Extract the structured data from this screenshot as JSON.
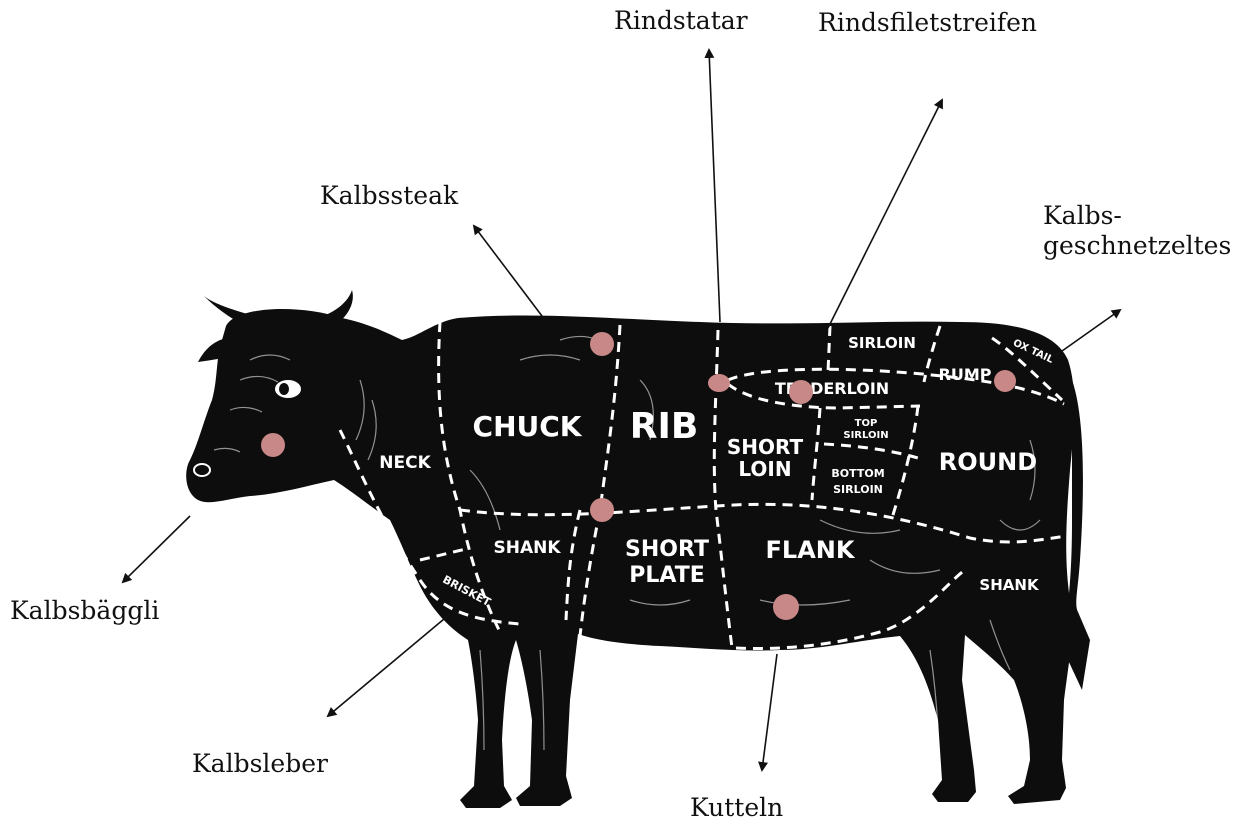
{
  "labels": {
    "rindstatar": "Rindstatar",
    "rindsfiletstreifen": "Rindsfiletstreifen",
    "kalbssteak": "Kalbssteak",
    "kalbsgeschnetzeltes_line1": "Kalbs-",
    "kalbsgeschnetzeltes_line2": "geschnetzeltes",
    "kalbsbaeggli": "Kalbsbäggli",
    "kalbsleber": "Kalbsleber",
    "kutteln": "Kutteln"
  },
  "cuts": {
    "neck": "NECK",
    "chuck": "CHUCK",
    "rib": "RIB",
    "short_loin_1": "SHORT",
    "short_loin_2": "LOIN",
    "sirloin": "SIRLOIN",
    "tenderloin": "TENDERLOIN",
    "top_sirloin_1": "TOP",
    "top_sirloin_2": "SIRLOIN",
    "bottom_sirloin_1": "BOTTOM",
    "bottom_sirloin_2": "SIRLOIN",
    "rump": "RUMP",
    "round": "ROUND",
    "ox_tail": "OX TAIL",
    "shank_front": "SHANK",
    "brisket": "BRISKET",
    "short_plate_1": "SHORT",
    "short_plate_2": "PLATE",
    "flank": "FLANK",
    "shank_rear": "SHANK"
  },
  "colors": {
    "cow": "#0d0d0d",
    "cut_lines": "#ffffff",
    "marker": "#c98888",
    "label_text": "#111111",
    "arrow": "#111111"
  }
}
